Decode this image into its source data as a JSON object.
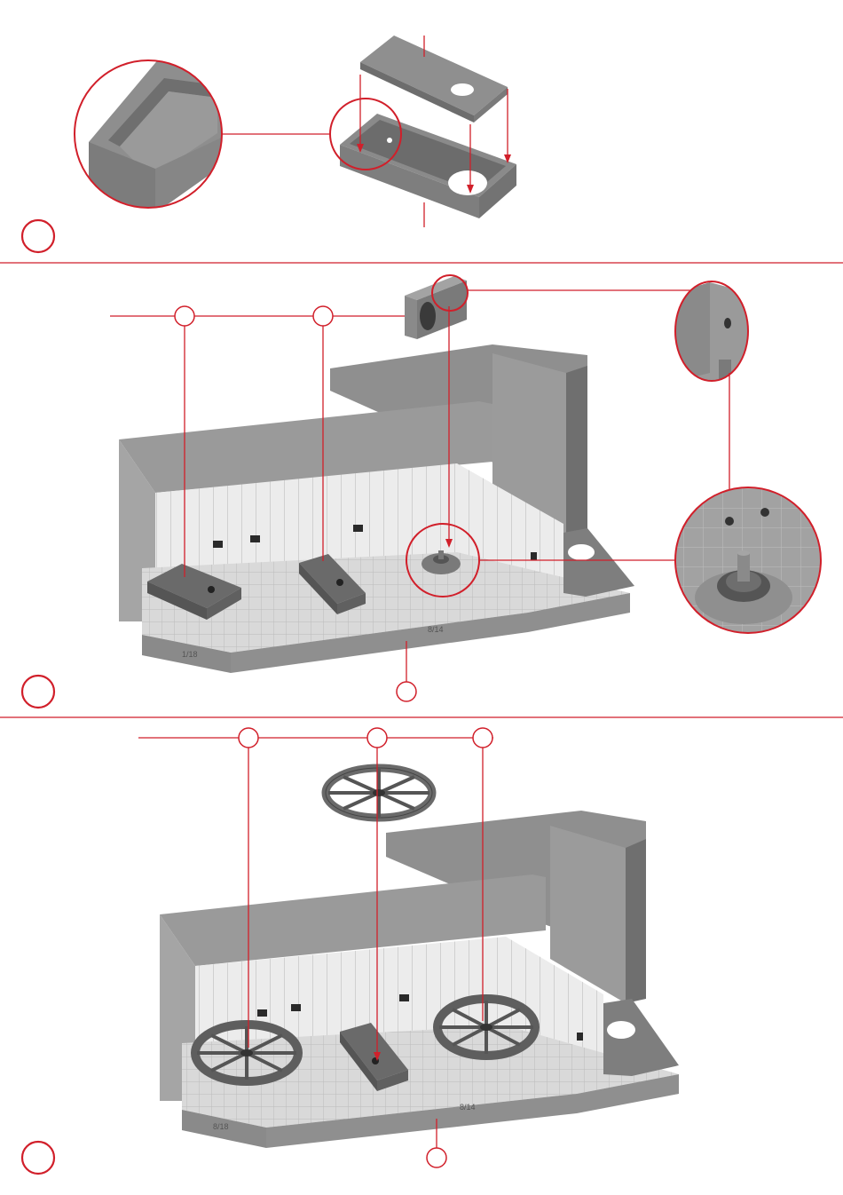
{
  "colors": {
    "accent": "#d11f2a",
    "part_gray": "#8a8a8a",
    "board_gray": "#9d9d9d",
    "board_dark": "#6f6f6f",
    "floor_tile": "#d9d9d9",
    "wall_panel": "#e8e8e8"
  },
  "floor_markings": {
    "step2_left": "1/18",
    "step2_front": "8/14",
    "step3_left": "8/18",
    "step3_front": "8/14"
  },
  "icons": [
    "step-marker-circle",
    "part-label-circle",
    "detail-zoom-callout"
  ]
}
